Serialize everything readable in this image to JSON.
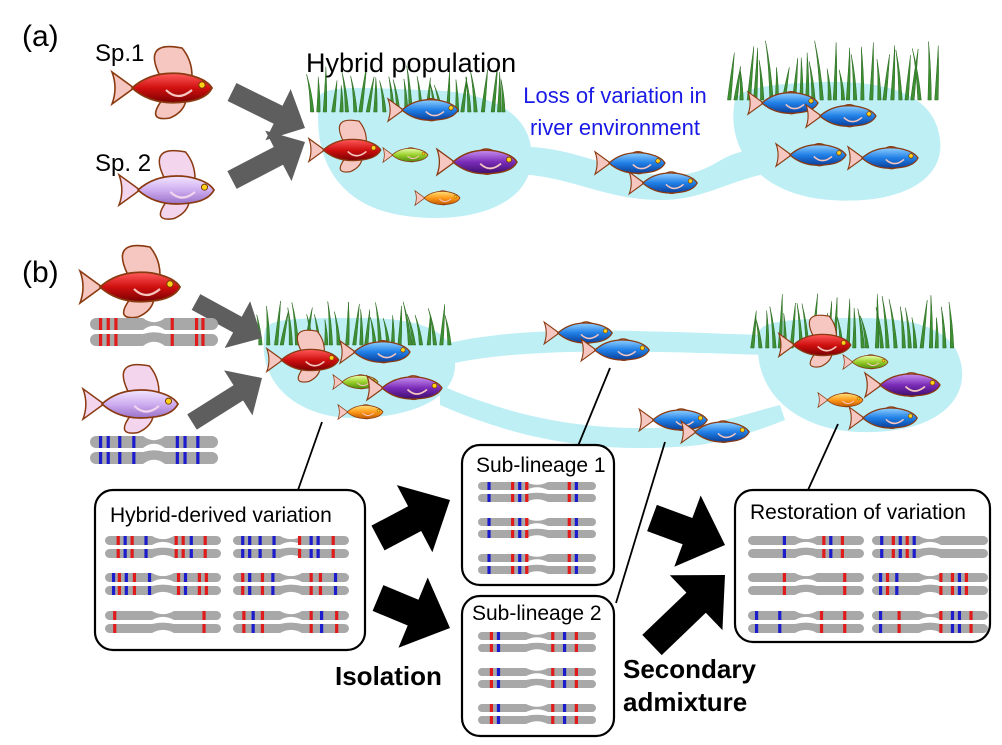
{
  "panel_a": {
    "label": "(a)",
    "species_1": "Sp.1",
    "species_2": "Sp. 2",
    "hybrid_label": "Hybrid population",
    "loss_label_line1": "Loss of variation in",
    "loss_label_line2": "river environment"
  },
  "panel_b": {
    "label": "(b)",
    "hybrid_box_title": "Hybrid-derived variation",
    "sub1_title": "Sub-lineage 1",
    "sub2_title": "Sub-lineage 2",
    "restore_title": "Restoration of variation",
    "isolation_label": "Isolation",
    "secondary_line1": "Secondary",
    "secondary_line2": "admixture"
  },
  "colors": {
    "water": "#bdeff5",
    "reed": "#3e8f33",
    "sp1_body": "#d92020",
    "sp2_body": "#c9a8ea",
    "chromosome": "#a8a8a8",
    "sp1_marker": "#e01b1b",
    "sp2_marker": "#1c1ccc",
    "arrow_gray": "#5e5e5e",
    "arrow_black": "#000000",
    "loss_text": "#1a1ae6"
  }
}
